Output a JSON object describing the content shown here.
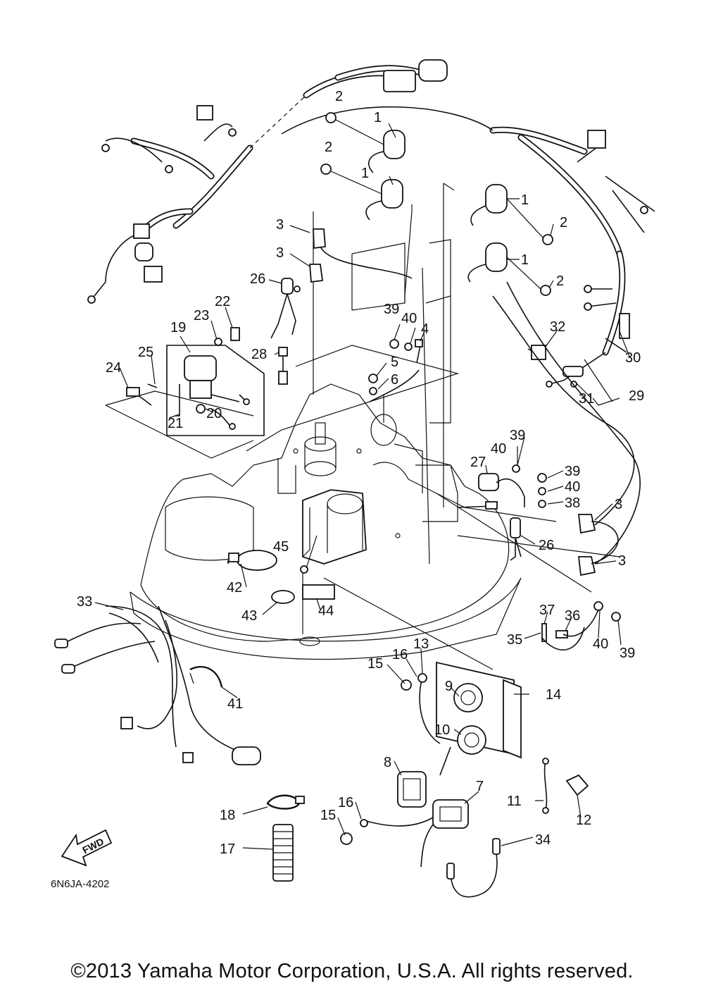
{
  "diagram": {
    "figure_code": "6N6JA-4202",
    "fwd_label": "FWD",
    "callouts": {
      "p1a": "1",
      "p1b": "1",
      "p1c": "1",
      "p1d": "1",
      "p2a": "2",
      "p2b": "2",
      "p2c": "2",
      "p2d": "2",
      "p3a": "3",
      "p3b": "3",
      "p3c": "3",
      "p3d": "3",
      "p4": "4",
      "p5": "5",
      "p6": "6",
      "p7": "7",
      "p8": "8",
      "p9": "9",
      "p10": "10",
      "p11": "11",
      "p12": "12",
      "p13": "13",
      "p14": "14",
      "p15a": "15",
      "p15b": "15",
      "p16a": "16",
      "p16b": "16",
      "p17": "17",
      "p18": "18",
      "p19": "19",
      "p20": "20",
      "p21": "21",
      "p22": "22",
      "p23": "23",
      "p24": "24",
      "p25": "25",
      "p26a": "26",
      "p26b": "26",
      "p27": "27",
      "p28": "28",
      "p29": "29",
      "p30": "30",
      "p31": "31",
      "p32": "32",
      "p33": "33",
      "p34": "34",
      "p35": "35",
      "p36": "36",
      "p37": "37",
      "p38": "38",
      "p39a": "39",
      "p39b": "39",
      "p39c": "39",
      "p39d": "39",
      "p40a": "40",
      "p40b": "40",
      "p40c": "40",
      "p40d": "40",
      "p41": "41",
      "p42": "42",
      "p43": "43",
      "p44": "44",
      "p45": "45"
    }
  },
  "footer": {
    "copyright": "©2013 Yamaha Motor Corporation, U.S.A. All rights reserved."
  }
}
